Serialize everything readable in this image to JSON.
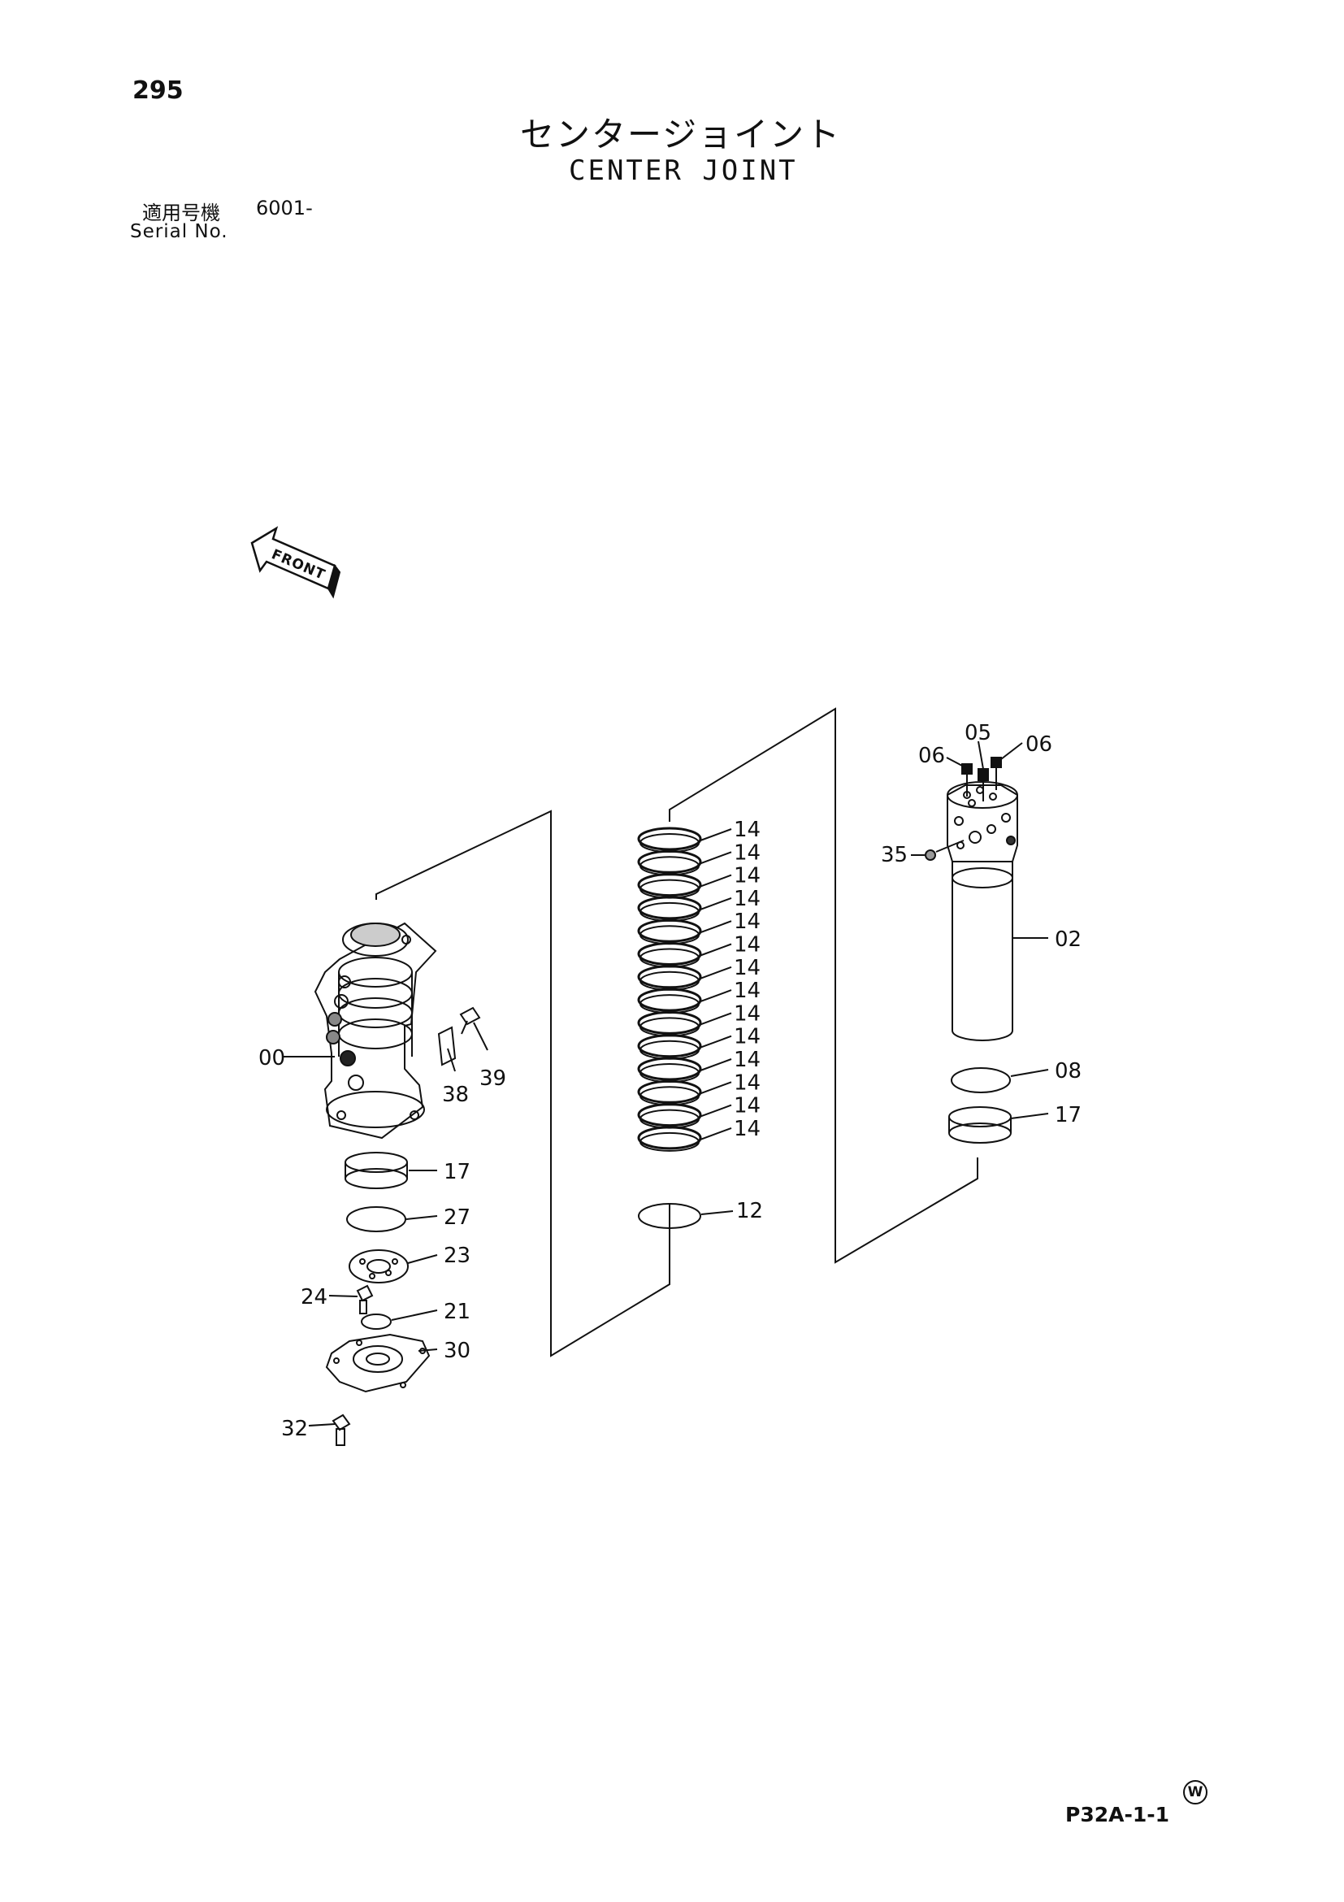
{
  "header": {
    "page_number": "295",
    "title_jp": "センタージョイント",
    "title_en": "CENTER JOINT",
    "serial_label_jp": "適用号機",
    "serial_value": "6001-",
    "serial_label_en": "Serial No."
  },
  "front_label": "FRONT",
  "callouts": {
    "c00": "00",
    "c02": "02",
    "c05": "05",
    "c06a": "06",
    "c06b": "06",
    "c08": "08",
    "c12": "12",
    "c17a": "17",
    "c17b": "17",
    "c21": "21",
    "c23": "23",
    "c24": "24",
    "c27": "27",
    "c30": "30",
    "c32": "32",
    "c35": "35",
    "c38": "38",
    "c39": "39",
    "c14_1": "14",
    "c14_2": "14",
    "c14_3": "14",
    "c14_4": "14",
    "c14_5": "14",
    "c14_6": "14",
    "c14_7": "14",
    "c14_8": "14",
    "c14_9": "14",
    "c14_10": "14",
    "c14_11": "14",
    "c14_12": "14",
    "c14_13": "14",
    "c14_14": "14"
  },
  "footer": {
    "mark": "W",
    "reference": "P32A-1-1"
  }
}
